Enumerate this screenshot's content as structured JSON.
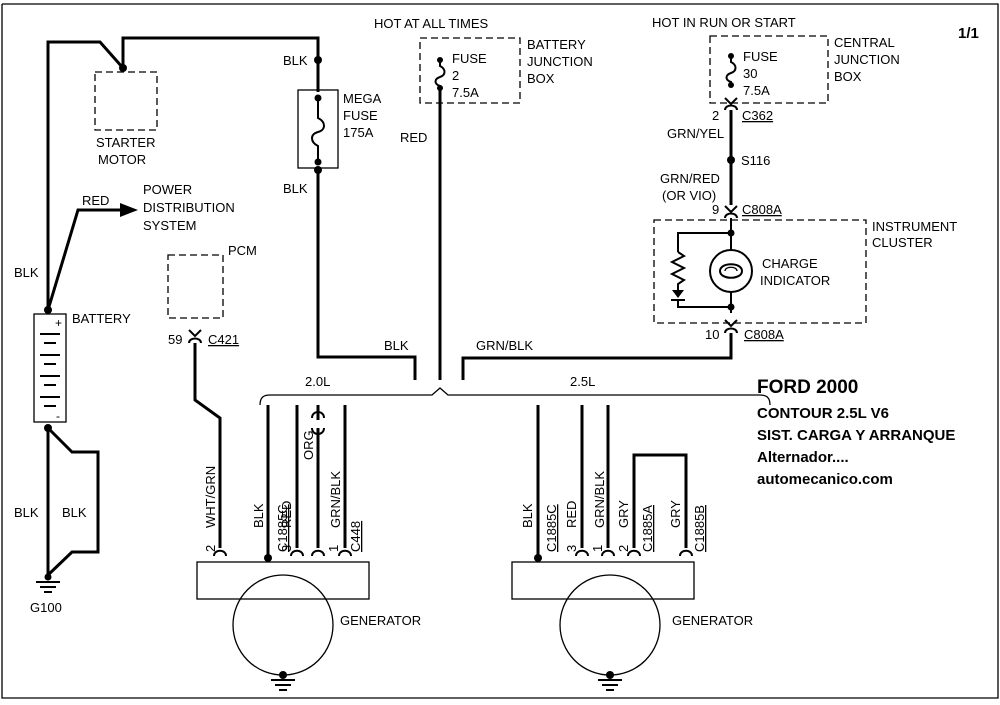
{
  "page_number": "1/1",
  "title": {
    "line1": "FORD 2000",
    "line2": "CONTOUR  2.5L  V6",
    "line3": "SIST. CARGA Y ARRANQUE",
    "line4": "Alternador....",
    "line5": "automecanico.com"
  },
  "components": {
    "starter": [
      "STARTER",
      "MOTOR"
    ],
    "power_dist": [
      "POWER",
      "DISTRIBUTION",
      "SYSTEM"
    ],
    "battery": "BATTERY",
    "battery_plus": "+",
    "battery_minus": "-",
    "ground": "G100",
    "pcm": "PCM",
    "mega_fuse": [
      "MEGA",
      "FUSE",
      "175A"
    ],
    "bjb_header": "HOT AT ALL TIMES",
    "bjb_fuse": [
      "FUSE",
      "2",
      "7.5A"
    ],
    "bjb_name": [
      "BATTERY",
      "JUNCTION",
      "BOX"
    ],
    "cjb_header": "HOT IN RUN OR START",
    "cjb_fuse": [
      "FUSE",
      "30",
      "7.5A"
    ],
    "cjb_name": [
      "CENTRAL",
      "JUNCTION",
      "BOX"
    ],
    "instrument_cluster": [
      "INSTRUMENT",
      "CLUSTER"
    ],
    "charge_indicator": [
      "CHARGE",
      "INDICATOR"
    ],
    "generator_left": "GENERATOR",
    "generator_right": "GENERATOR"
  },
  "wires": {
    "blk": "BLK",
    "red": "RED",
    "grn_yel": "GRN/YEL",
    "grn_red": "GRN/RED",
    "or_vio": "(OR VIO)",
    "grn_blk": "GRN/BLK",
    "wht_grn": "WHT/GRN",
    "org": "ORG",
    "gry": "GRY"
  },
  "connectors": {
    "c362": "C362",
    "c362_pin": "2",
    "s116": "S116",
    "c808a": "C808A",
    "c808a_top_pin": "9",
    "c808a_bot_pin": "10",
    "c421": "C421",
    "c421_pin": "59",
    "c1885c": "C1885C",
    "c448": "C448",
    "c1885a": "C1885A",
    "c1885b": "C1885B",
    "pin1": "1",
    "pin2": "2",
    "pin3": "3"
  },
  "engine_variants": {
    "left": "2.0L",
    "right": "2.5L"
  }
}
